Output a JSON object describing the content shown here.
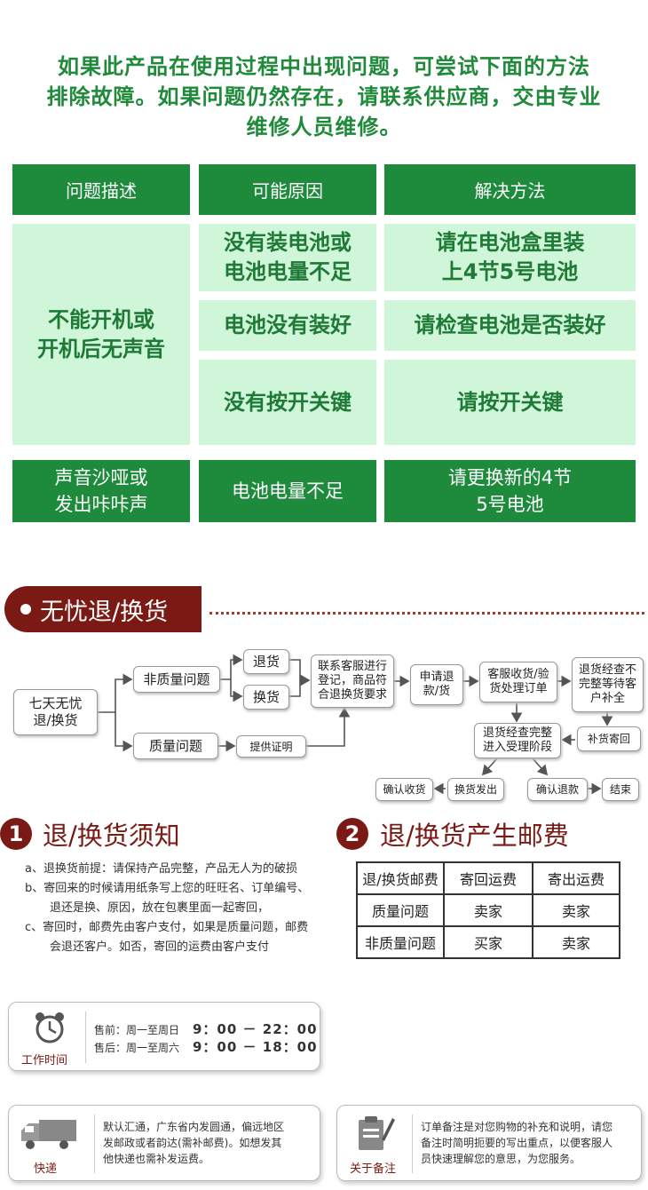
{
  "notice": {
    "line1": "如果此产品在使用过程中出现问题，可尝试下面的方法",
    "line2": "排除故障。如果问题仍然存在，请联系供应商，交由专业",
    "line3": "维修人员维修。"
  },
  "trouble_table": {
    "headers": [
      "问题描述",
      "可能原因",
      "解决方法"
    ],
    "problem1": "不能开机或\n开机后无声音",
    "rows1": [
      {
        "cause": "没有装电池或\n电池电量不足",
        "solution": "请在电池盒里装\n上4节5号电池"
      },
      {
        "cause": "电池没有装好",
        "solution": "请检查电池是否装好"
      },
      {
        "cause": "没有按开关键",
        "solution": "请按开关键"
      }
    ],
    "problem2": "声音沙哑或\n发出咔咔声",
    "cause2": "电池电量不足",
    "solution2": "请更换新的4节\n5号电池"
  },
  "banner": {
    "title": "无忧退/换货"
  },
  "flow": {
    "start": "七天无忧\n退/换货",
    "non_quality": "非质量问题",
    "quality": "质量问题",
    "return": "退货",
    "exchange": "换货",
    "proof": "提供证明",
    "contact": "联系客服进行\n登记，商品符\n合退换货要求",
    "apply": "申请退\n款/货",
    "service": "客服收货/验\n货处理订单",
    "incomplete": "退货经查不\n完整等待客\n户补全",
    "resend_goods": "补货寄回",
    "accepted": "退货经查完整\n进入受理阶段",
    "confirm_receipt": "确认收货",
    "ship_exchange": "换货发出",
    "confirm_refund": "确认退款",
    "end": "结束"
  },
  "notice_section": {
    "num": "1",
    "title": "退/换货须知",
    "lines": [
      "a、退换货前提：请保持产品完整，产品无人为的破损",
      "b、寄回来的时候请用纸条写上您的旺旺名、订单编号、",
      "退还是换、原因，放在包裹里面一起寄回，",
      "c、寄回时，邮费先由客户支付，如果是质量问题，邮费",
      "会退还客户。如否，寄回的运费由客户支付"
    ]
  },
  "fee_section": {
    "num": "2",
    "title": "退/换货产生邮费",
    "headers": [
      "退/换货邮费",
      "寄回运费",
      "寄出运费"
    ],
    "rows": [
      [
        "质量问题",
        "卖家",
        "卖家"
      ],
      [
        "非质量问题",
        "买家",
        "卖家"
      ]
    ]
  },
  "work_time": {
    "label": "工作时间",
    "presale": "售前：周一至周日",
    "presale_time": "9：00 － 22：00",
    "aftersale": "售后：周一至周六",
    "aftersale_time": "9：00 － 18：00"
  },
  "express": {
    "label": "快递",
    "lines": [
      "默认汇通，广东省内发圆通，偏远地区",
      "发邮政或者韵达(需补邮费)。如想发其",
      "他快递也需补发运费。"
    ]
  },
  "remark": {
    "label": "关于备注",
    "lines": [
      "订单备注是对您购物的补充和说明，请您",
      "备注时简明扼要的写出重点，以便客服人",
      "员快速理解您的意思，为您服务。"
    ]
  },
  "colors": {
    "green_dark": "#1e8a3c",
    "green_light": "#cff6d9",
    "maroon": "#7b1a14"
  }
}
